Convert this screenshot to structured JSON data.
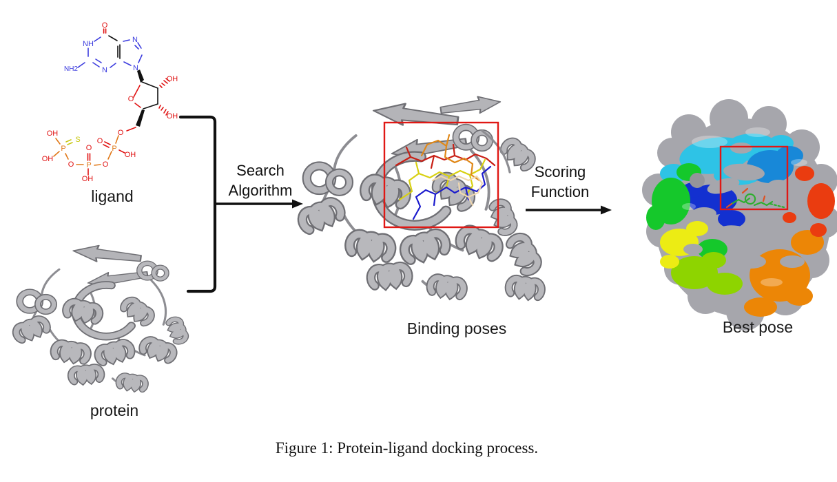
{
  "figure_caption": "Figure 1: Protein-ligand docking process.",
  "panels": {
    "ligand": {
      "label": "ligand"
    },
    "protein": {
      "label": "protein"
    },
    "binding_poses": {
      "label": "Binding poses"
    },
    "best_pose": {
      "label": "Best pose"
    }
  },
  "steps": {
    "search": {
      "line1": "Search",
      "line2": "Algorithm"
    },
    "scoring": {
      "line1": "Scoring",
      "line2": "Function"
    }
  },
  "ligand_structure": {
    "atom_labels": [
      "O",
      "NH",
      "N",
      "N",
      "N",
      "NH2",
      "OH",
      "O",
      "OH",
      "O",
      "P",
      "O",
      "OH",
      "O",
      "P",
      "O",
      "OH",
      "O",
      "P",
      "S",
      "OH",
      "OH"
    ]
  },
  "colors": {
    "background": "#ffffff",
    "text": "#1a1a1a",
    "arrow": "#111111",
    "highlight_box": "#e01814",
    "protein_ribbon_light": "#b8b8bc",
    "protein_ribbon_dark": "#6f6f74",
    "atom_nitrogen": "#3b3bde",
    "atom_oxygen": "#e01212",
    "atom_phosphorus": "#e07818",
    "atom_sulfur": "#c8c814",
    "pose_sticks": [
      "#c81e14",
      "#d8d012",
      "#1b1bcd",
      "#e08818",
      "#efd7b0"
    ],
    "surface_patches": [
      "#a6a6ac",
      "#2ec3e6",
      "#1888d8",
      "#1330d0",
      "#15c82b",
      "#8ed400",
      "#ecec14",
      "#ec8606",
      "#ea3c10"
    ],
    "best_pose_ligand": "#2fae2f",
    "best_pose_ligand_accent": "#e05020"
  }
}
